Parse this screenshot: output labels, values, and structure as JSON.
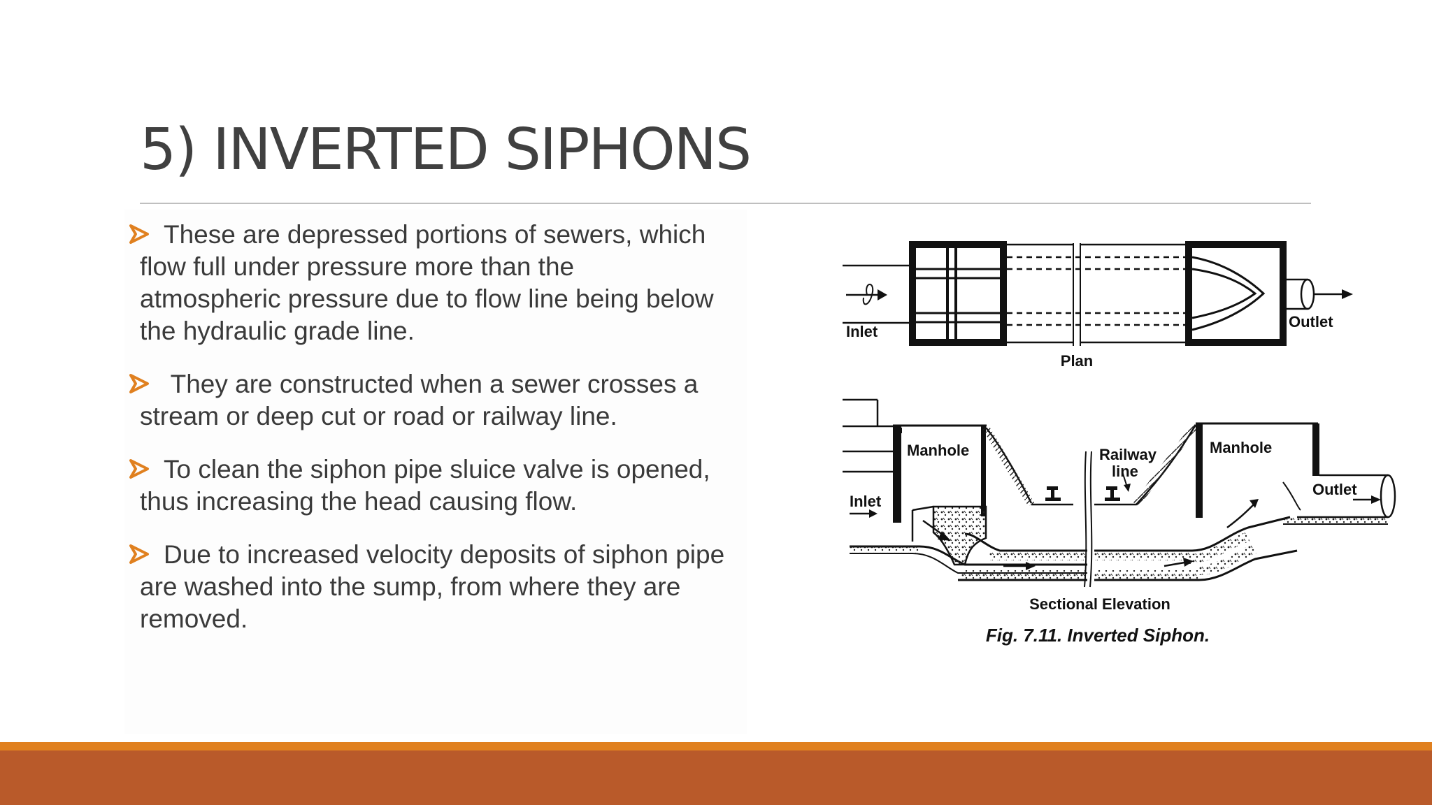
{
  "slide": {
    "title": "5) INVERTED SIPHONS",
    "accent_color": "#e0801f",
    "band_color": "#b95a2a",
    "bullet_icon": "arrow-bullet-icon",
    "bullets": [
      {
        "lines": [
          "These are depressed portions of sewers, which",
          "flow full under pressure more than the",
          "atmospheric pressure due to flow line being below",
          "the hydraulic grade line."
        ]
      },
      {
        "lines": [
          " They are constructed when a sewer crosses a",
          "stream or deep cut or road or railway line."
        ]
      },
      {
        "lines": [
          "To clean the siphon pipe sluice valve is opened,",
          "thus increasing the head causing flow."
        ]
      },
      {
        "lines": [
          "Due to increased velocity deposits of siphon pipe",
          "are washed into the sump, from where they are",
          "removed."
        ]
      }
    ]
  },
  "figure": {
    "plan": {
      "inlet_label": "Inlet",
      "outlet_label": "Outlet",
      "caption": "Plan"
    },
    "elevation": {
      "manhole_left_label": "Manhole",
      "manhole_right_label": "Manhole",
      "railway_label_1": "Railway",
      "railway_label_2": "line",
      "inlet_label": "Inlet",
      "outlet_label": "Outlet",
      "caption": "Sectional Elevation"
    },
    "caption": "Fig. 7.11. Inverted Siphon."
  }
}
